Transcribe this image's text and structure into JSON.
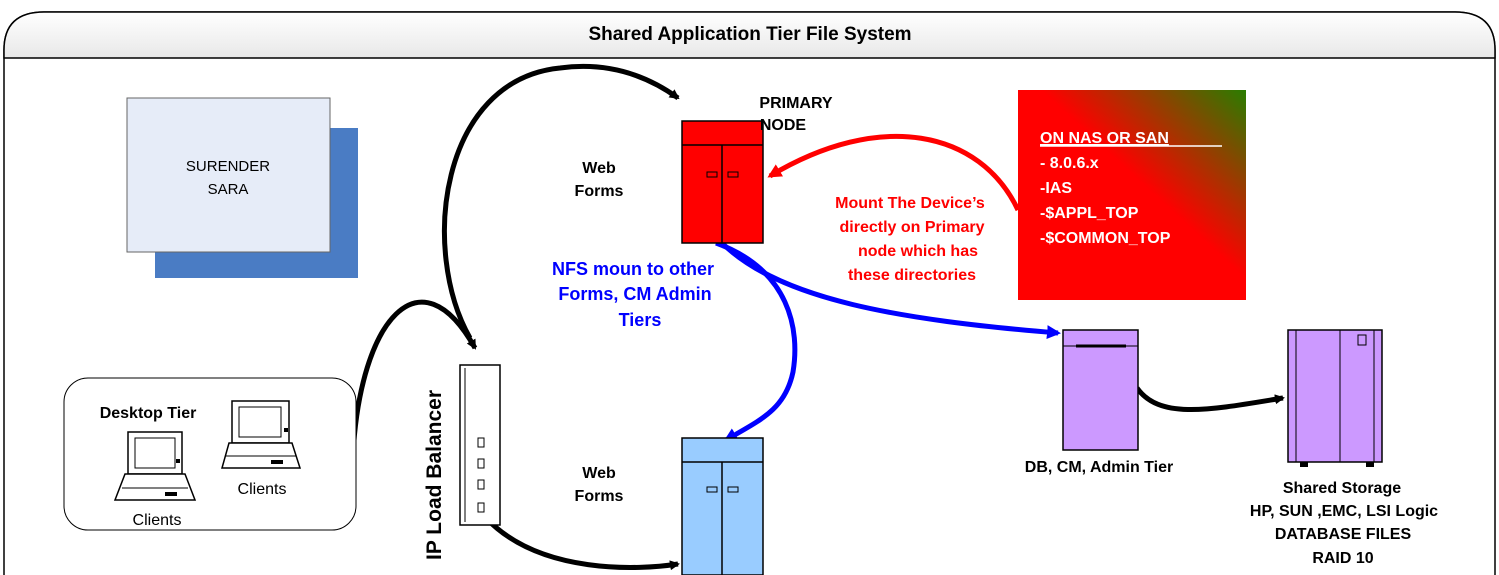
{
  "title": "Shared Application Tier File System",
  "author_box": {
    "line1": "SURENDER",
    "line2": "SARA"
  },
  "primary_node": {
    "line1": "PRIMARY",
    "line2": "NODE"
  },
  "web_forms_top": {
    "line1": "Web",
    "line2": "Forms"
  },
  "web_forms_bottom": {
    "line1": "Web",
    "line2": "Forms"
  },
  "nas_box": {
    "heading": "ON NAS OR SAN",
    "items": [
      "- 8.0.6.x",
      "-IAS",
      "-$APPL_TOP",
      "-$COMMON_TOP"
    ]
  },
  "mount_note": [
    "Mount The Device’s",
    "directly on Primary",
    "node which has",
    "these directories"
  ],
  "nfs_note": [
    "NFS moun to other",
    "Forms, CM Admin",
    "Tiers"
  ],
  "load_balancer_label": "IP Load Balancer",
  "desktop": {
    "title": "Desktop Tier",
    "clients_left": "Clients",
    "clients_right": "Clients"
  },
  "db_tier_label": "DB, CM, Admin Tier",
  "storage": [
    "Shared Storage",
    "HP, SUN ,EMC, LSI Logic",
    "DATABASE FILES",
    "RAID 10"
  ],
  "colors": {
    "primary_server": "#ff0000",
    "web_server": "#99ccff",
    "db_server": "#cc99ff",
    "author_box": "#e6ecf8",
    "author_shadow": "#4a7cc4",
    "mount_text": "#ff0000",
    "nfs_text": "#0000ff",
    "nas_gradient_start": "#ff0000",
    "nas_gradient_end": "#2a7d00"
  }
}
